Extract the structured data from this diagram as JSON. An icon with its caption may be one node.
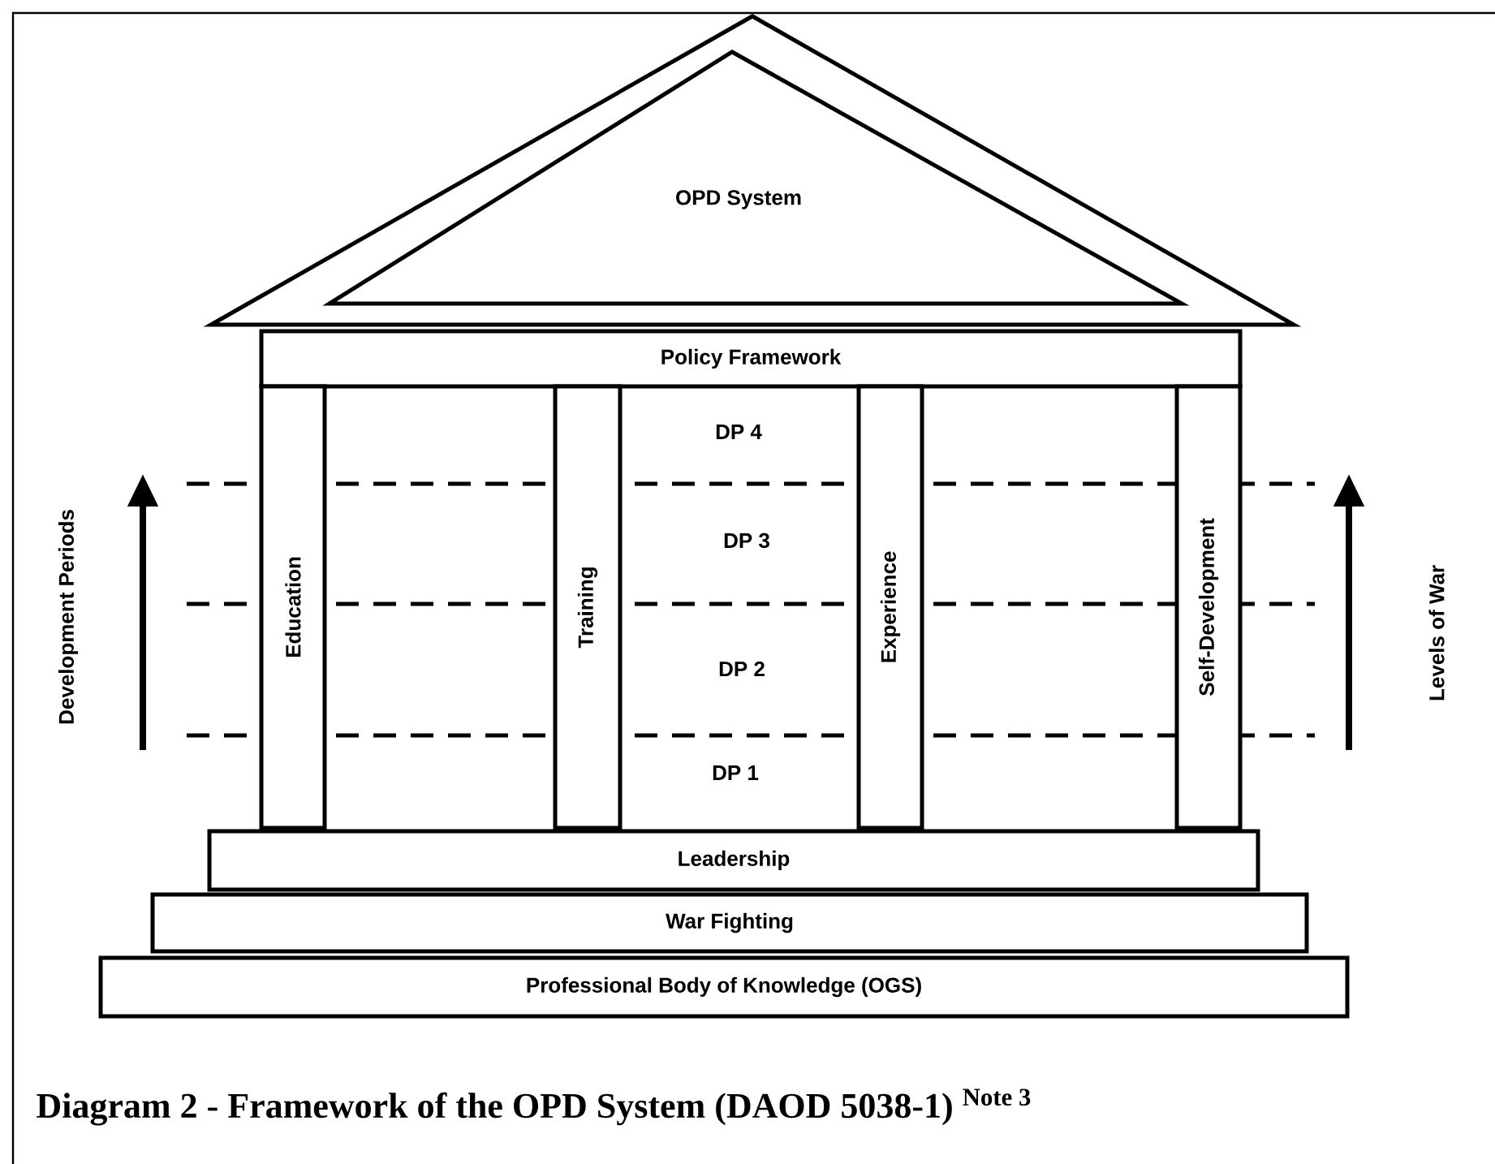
{
  "diagram": {
    "caption": "Diagram 2 - Framework of the OPD System (DAOD 5038-1) $^{Note 3}$",
    "nodes": [
      {
        "text": [
          "OPD System"
        ]
      },
      {
        "text": [
          "Policy Framework"
        ]
      },
      {
        "text": [
          "Education"
        ]
      },
      {
        "text": [
          "Training"
        ]
      },
      {
        "text": [
          "Experience"
        ]
      },
      {
        "text": [
          "Self-Development"
        ]
      },
      {
        "text": [
          "Leadership"
        ]
      },
      {
        "text": [
          "War Fighting"
        ]
      },
      {
        "text": [
          "Professional Body of Knowledge (OGS)"
        ]
      }
    ],
    "labels": [
      "DP 4",
      "DP 3",
      "DP 2",
      "DP 1",
      "Development Periods",
      "Levels of War"
    ]
  }
}
